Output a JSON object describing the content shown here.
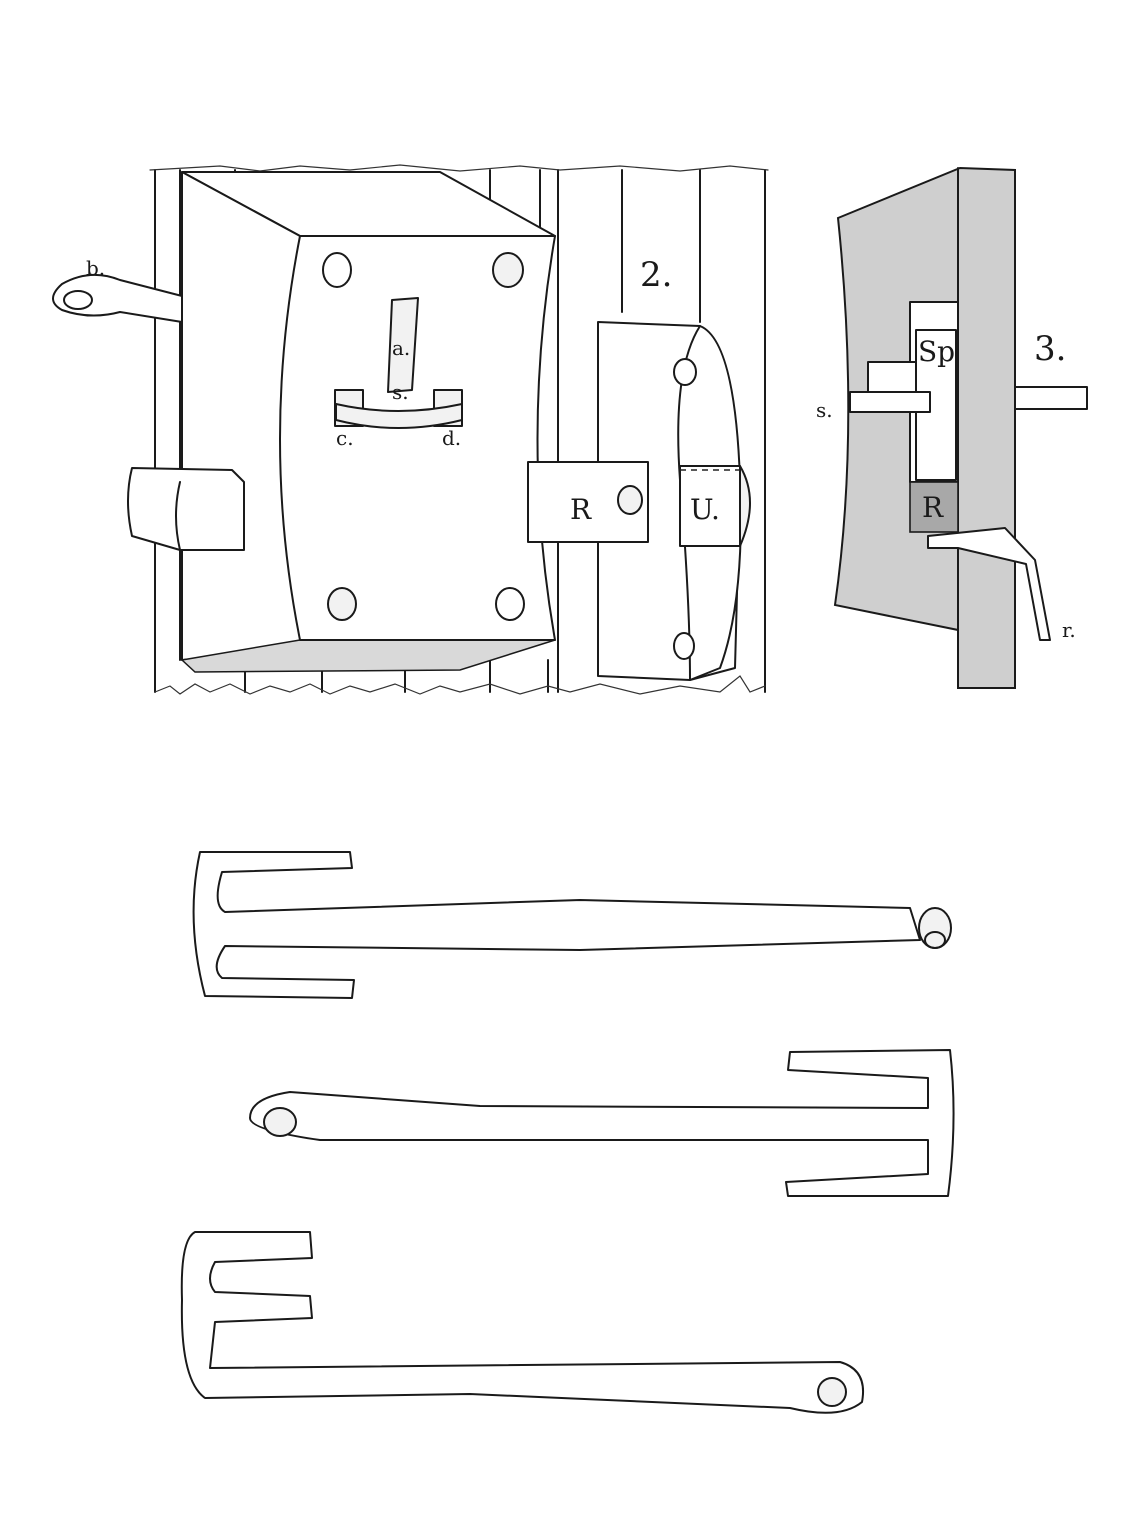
{
  "figure": {
    "description": "Engraved illustration of a wooden lock mechanism with labeled parts and three keys",
    "colors": {
      "ink": "#1a1a1a",
      "paper": "#ffffff",
      "wood_tone": "#cfcfcf",
      "dark_block": "#a8a8a8"
    }
  },
  "fig1": {
    "labels": {
      "b": "b.",
      "a": "a.",
      "s": "s.",
      "c": "c.",
      "d": "d."
    }
  },
  "fig2": {
    "number": "2.",
    "labels": {
      "R": "R",
      "U": "U."
    }
  },
  "fig3": {
    "number": "3.",
    "labels": {
      "Sp": "Sp",
      "s": "s.",
      "R": "R",
      "r": "r."
    }
  },
  "keys": [
    {
      "name": "key-1",
      "orientation": "bit-left, bow-right",
      "bow": "rolled-ring"
    },
    {
      "name": "key-2",
      "orientation": "bow-left, bit-right",
      "bow": "pierced-oval"
    },
    {
      "name": "key-3",
      "orientation": "bit-left-up, bow-right-down",
      "bow": "pierced-oval"
    }
  ]
}
